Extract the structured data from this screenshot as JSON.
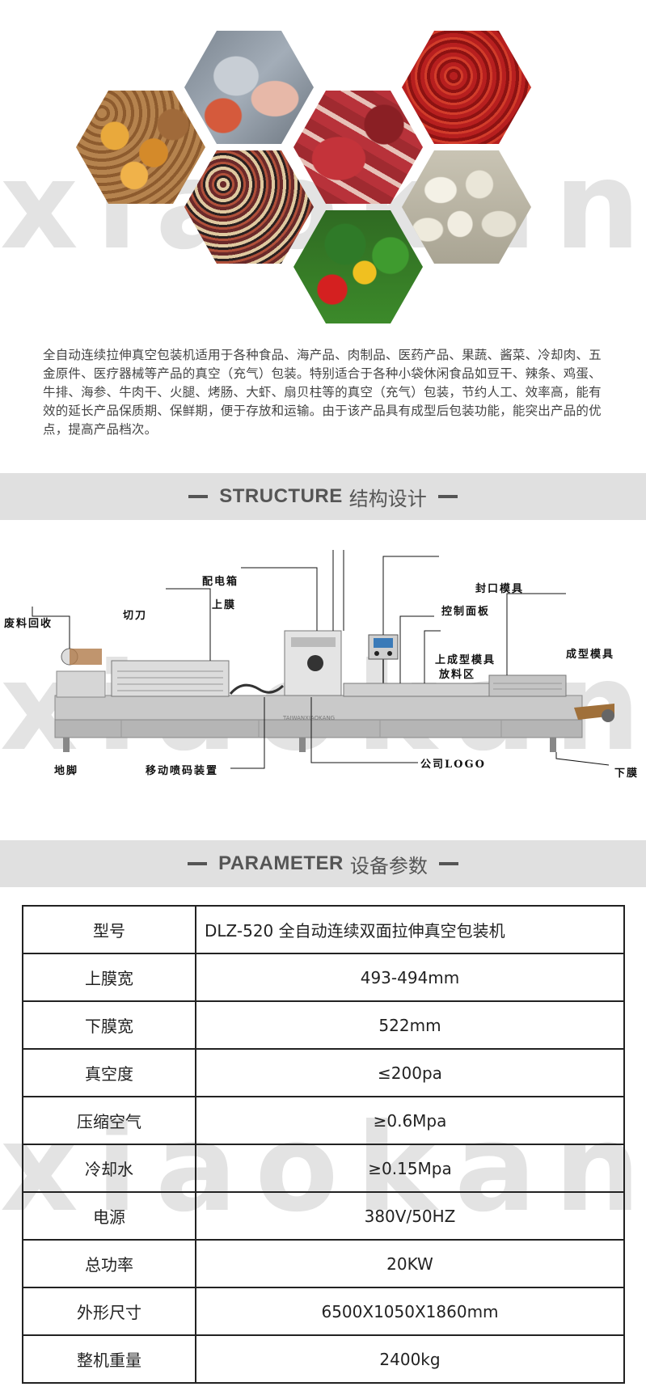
{
  "watermark": "xiaokang",
  "description": "全自动连续拉伸真空包装机适用于各种食品、海产品、肉制品、医药产品、果蔬、酱菜、冷却肉、五金原件、医疗器械等产品的真空（充气）包装。特别适合于各种小袋休闲食品如豆干、辣条、鸡蛋、牛排、海参、牛肉干、火腿、烤肠、大虾、扇贝柱等的真空（充气）包装，节约人工、效率高，能有效的延长产品保质期、保鲜期，便于存放和运输。由于该产品具有成型后包装功能，能突出产品的优点，提高产品档次。",
  "structure": {
    "title_en": "STRUCTURE",
    "title_cn": "结构设计",
    "labels": {
      "waste": "废料回收",
      "cutter": "切刀",
      "upper_film": "上膜",
      "electric_box": "配电箱",
      "seal_mold": "封口模具",
      "control_panel": "控制面板",
      "upper_form_mold": "上成型模具",
      "feed_area": "放料区",
      "form_mold": "成型模具",
      "foot": "地脚",
      "printer": "移动喷码装置",
      "logo": "公司LOGO",
      "lower_film": "下膜"
    },
    "machine_brand": "TAIWANXIAOKANG"
  },
  "parameter": {
    "title_en": "PARAMETER",
    "title_cn": "设备参数",
    "rows": [
      {
        "k": "型号",
        "v": "DLZ-520 全自动连续双面拉伸真空包装机"
      },
      {
        "k": "上膜宽",
        "v": "493-494mm"
      },
      {
        "k": "下膜宽",
        "v": "522mm"
      },
      {
        "k": "真空度",
        "v": "≤200pa"
      },
      {
        "k": "压缩空气",
        "v": "≥0.6Mpa"
      },
      {
        "k": "冷却水",
        "v": "≥0.15Mpa"
      },
      {
        "k": "电源",
        "v": "380V/50HZ"
      },
      {
        "k": "总功率",
        "v": "20KW"
      },
      {
        "k": "外形尺寸",
        "v": "6500X1050X1860mm"
      },
      {
        "k": "整机重量",
        "v": "2400kg"
      }
    ]
  }
}
